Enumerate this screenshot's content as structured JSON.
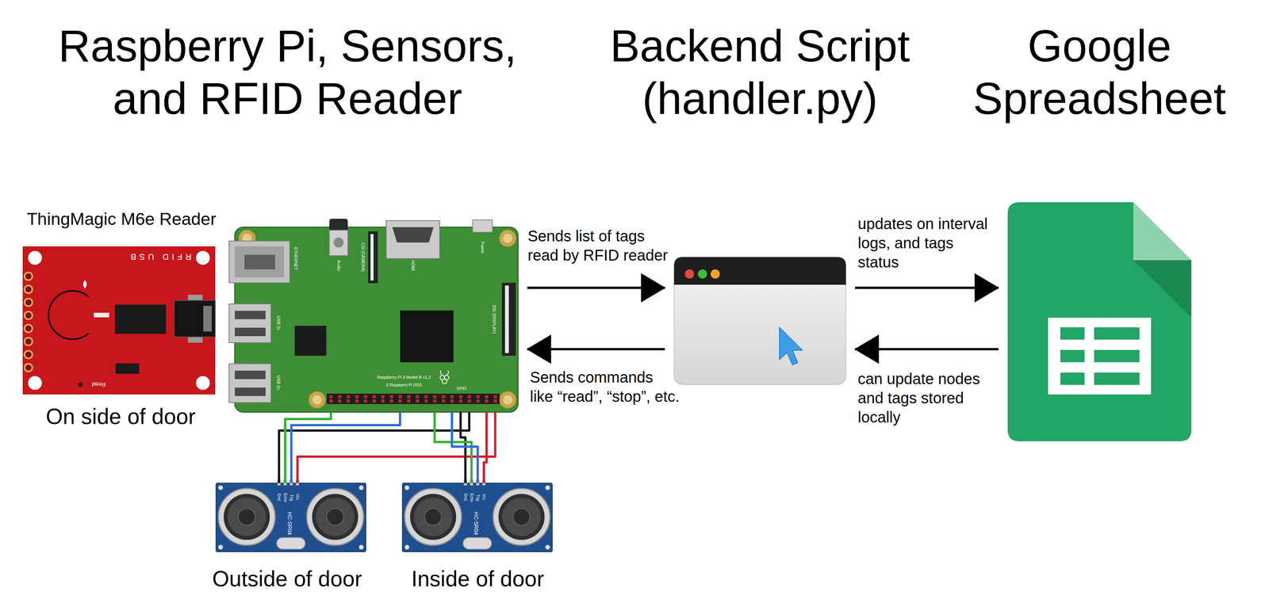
{
  "diagram": {
    "nodes": [
      {
        "text": [
          "ThingMagic M6e Reader",
          "RFID USB",
          "Read",
          "On side of door"
        ]
      },
      {
        "text": [
          "ETHERNET",
          "Audio",
          "CSI (CAMERA)",
          "HDMI",
          "Power",
          "USB 2x",
          "USB 2x",
          "DSI (DISPLAY)",
          "Raspberry Pi 3 Model B v1.2",
          "© Raspberry Pi 2015",
          "GPIO"
        ]
      },
      {
        "text": [
          "HC-SR04",
          "Gnd",
          "Echo",
          "Trig",
          "Vcc",
          "Outside of door"
        ]
      },
      {
        "text": [
          "HC-SR04",
          "Gnd",
          "Echo",
          "Trig",
          "Vcc",
          "Inside of door"
        ]
      },
      {
        "text": [
          "Backend Script (handler.py)"
        ]
      },
      {
        "text": [
          "Google Spreadsheet"
        ]
      }
    ],
    "edges": [
      {
        "from": 1,
        "to": 4,
        "label": "Sends list of tags read by RFID reader",
        "arrow": "to"
      },
      {
        "from": 4,
        "to": 1,
        "label": "Sends commands like “read”, “stop”, etc.",
        "arrow": "to"
      },
      {
        "from": 4,
        "to": 5,
        "label": "updates on interval logs, and tags status",
        "arrow": "to"
      },
      {
        "from": 5,
        "to": 4,
        "label": "can update nodes and tags stored locally",
        "arrow": "to"
      },
      {
        "from": 1,
        "to": 2,
        "arrow": "none"
      },
      {
        "from": 1,
        "to": 2,
        "arrow": "none"
      },
      {
        "from": 1,
        "to": 2,
        "arrow": "none"
      },
      {
        "from": 1,
        "to": 2,
        "arrow": "none"
      },
      {
        "from": 1,
        "to": 3,
        "arrow": "none"
      },
      {
        "from": 1,
        "to": 3,
        "arrow": "none"
      },
      {
        "from": 1,
        "to": 3,
        "arrow": "none"
      },
      {
        "from": 1,
        "to": 3,
        "arrow": "none"
      }
    ],
    "labels": [
      "Raspberry Pi, Sensors, and RFID Reader"
    ]
  }
}
